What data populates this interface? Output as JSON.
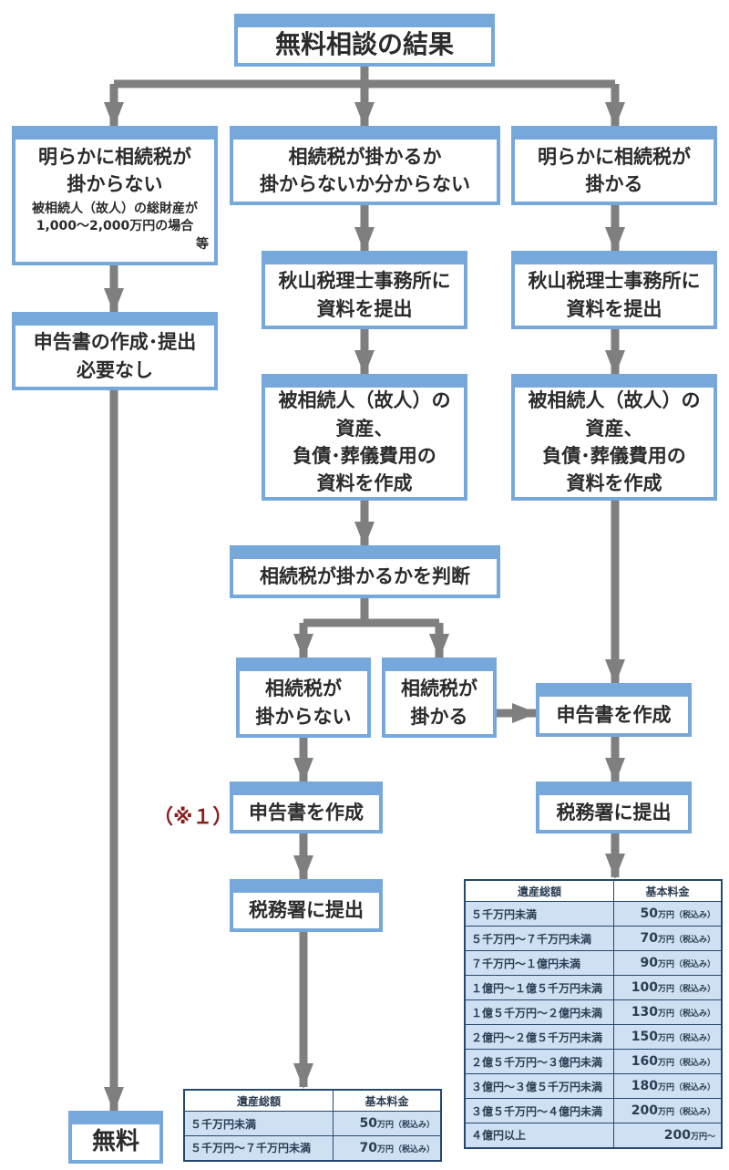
{
  "title": "無料相談の結果",
  "branches": {
    "no_tax": {
      "lines": [
        "明らかに相続税が",
        "掛からない"
      ],
      "sub": [
        "被相続人（故人）の総財産が",
        "1,000～2,000万円の場合",
        "等"
      ]
    },
    "unknown": {
      "lines": [
        "相続税が掛かるか",
        "掛からないか分からない"
      ]
    },
    "tax": {
      "lines": [
        "明らかに相続税が",
        "掛かる"
      ]
    }
  },
  "steps": {
    "no_filing": {
      "lines": [
        "申告書の作成･提出",
        "必要なし"
      ]
    },
    "submit_mid": {
      "lines": [
        "秋山税理士事務所に",
        "資料を提出"
      ]
    },
    "submit_right": {
      "lines": [
        "秋山税理士事務所に",
        "資料を提出"
      ]
    },
    "prepare_mid": {
      "lines": [
        "被相続人（故人）の",
        "資産、",
        "負債･葬儀費用の",
        "資料を作成"
      ]
    },
    "prepare_right": {
      "lines": [
        "被相続人（故人）の",
        "資産、",
        "負債･葬儀費用の",
        "資料を作成"
      ]
    },
    "judge": {
      "lines": [
        "相続税が掛かるかを判断"
      ]
    },
    "judge_no": {
      "lines": [
        "相続税が",
        "掛からない"
      ]
    },
    "judge_yes": {
      "lines": [
        "相続税が",
        "掛かる"
      ]
    },
    "create_right": {
      "lines": [
        "申告書を作成"
      ]
    },
    "create_mid": {
      "lines": [
        "申告書を作成"
      ]
    },
    "file_right": {
      "lines": [
        "税務署に提出"
      ]
    },
    "file_mid": {
      "lines": [
        "税務署に提出"
      ]
    },
    "free": {
      "lines": [
        "無料"
      ]
    }
  },
  "note": "（※１）",
  "fee_table_large": {
    "headers": [
      "遺産総額",
      "基本料金"
    ],
    "rows": [
      {
        "range": "５千万円未満",
        "amount": "50",
        "unit": "万円（税込み）"
      },
      {
        "range": "５千万円～７千万円未満",
        "amount": "70",
        "unit": "万円（税込み）"
      },
      {
        "range": "７千万円～１億円未満",
        "amount": "90",
        "unit": "万円（税込み）"
      },
      {
        "range": "１億円～１億５千万円未満",
        "amount": "100",
        "unit": "万円（税込み）"
      },
      {
        "range": "１億５千万円～２億円未満",
        "amount": "130",
        "unit": "万円（税込み）"
      },
      {
        "range": "２億円～２億５千万円未満",
        "amount": "150",
        "unit": "万円（税込み）"
      },
      {
        "range": "２億５千万円～３億円未満",
        "amount": "160",
        "unit": "万円（税込み）"
      },
      {
        "range": "３億円～３億５千万円未満",
        "amount": "180",
        "unit": "万円（税込み）"
      },
      {
        "range": "３億５千万円～４億円未満",
        "amount": "200",
        "unit": "万円（税込み）"
      },
      {
        "range": "４億円以上",
        "amount": "200",
        "unit": "万円～"
      }
    ]
  },
  "fee_table_small": {
    "headers": [
      "遺産総額",
      "基本料金"
    ],
    "rows": [
      {
        "range": "５千万円未満",
        "amount": "50",
        "unit": "万円（税込み）"
      },
      {
        "range": "５千万円～７千万円未満",
        "amount": "70",
        "unit": "万円（税込み）"
      }
    ]
  },
  "colors": {
    "box_border": "#76a8dc",
    "arrow": "#7f7f7f",
    "table_fill": "#cfe0f3",
    "table_border": "#25496e",
    "note": "#8b1d1d"
  }
}
